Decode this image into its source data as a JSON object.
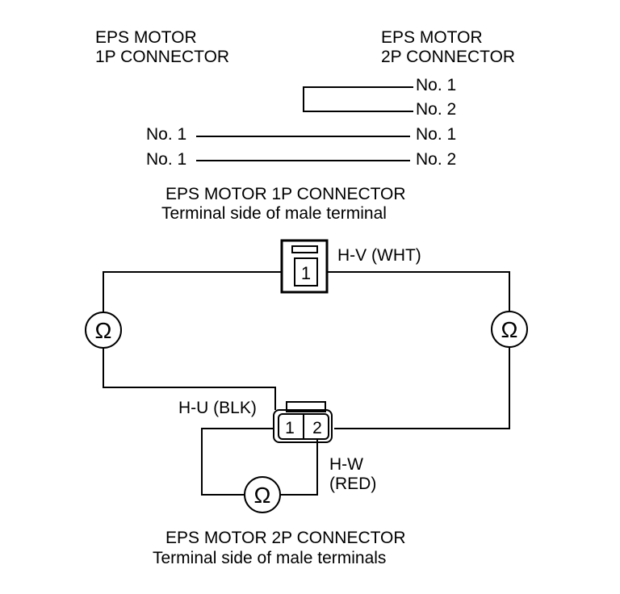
{
  "table": {
    "header_1p": [
      "EPS MOTOR",
      "1P CONNECTOR"
    ],
    "header_2p": [
      "EPS MOTOR",
      "2P CONNECTOR"
    ],
    "rows": [
      {
        "left": "",
        "right": "No. 1"
      },
      {
        "left": "",
        "right": "No. 2"
      },
      {
        "left": "No. 1",
        "right": "No. 1"
      },
      {
        "left": "No. 1",
        "right": "No. 2"
      }
    ]
  },
  "connector_1p": {
    "title": "EPS MOTOR 1P CONNECTOR",
    "subtitle": "Terminal side of male terminal",
    "terminal": "1",
    "wire_label": "H-V (WHT)"
  },
  "connector_2p": {
    "title": "EPS MOTOR 2P CONNECTOR",
    "subtitle": "Terminal side of male terminals",
    "terminal_1": "1",
    "terminal_2": "2",
    "wire_label_1": "H-U (BLK)",
    "wire_label_2a": "H-W",
    "wire_label_2b": "(RED)"
  },
  "ohmmeter_symbol": "Ω"
}
